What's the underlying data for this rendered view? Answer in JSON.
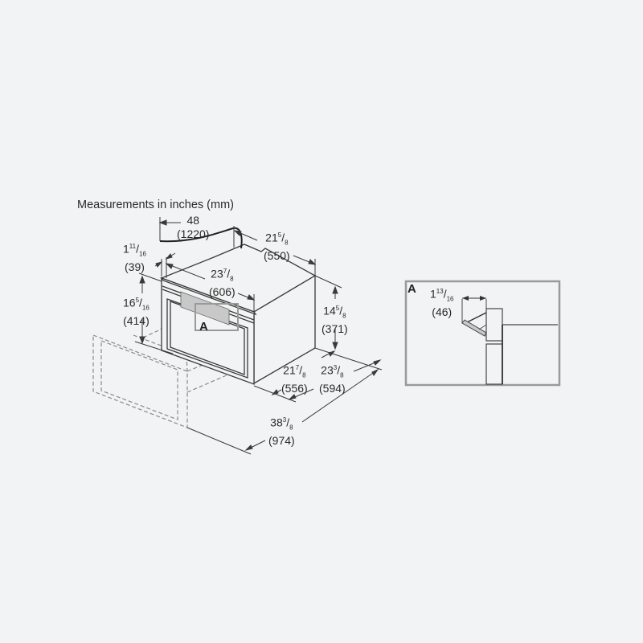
{
  "title": "Measurements in inches (mm)",
  "dimensions": {
    "cord_length": {
      "inch_whole": "48",
      "inch_frac": "",
      "mm": "(1220)"
    },
    "depth_top": {
      "inch_whole": "21",
      "num": "5",
      "den": "8",
      "mm": "(550)"
    },
    "front_offset": {
      "inch_whole": "1",
      "num": "11",
      "den": "16",
      "mm": "(39)"
    },
    "width": {
      "inch_whole": "23",
      "num": "7",
      "den": "8",
      "mm": "(606)"
    },
    "front_height": {
      "inch_whole": "16",
      "num": "5",
      "den": "16",
      "mm": "(414)"
    },
    "body_height": {
      "inch_whole": "14",
      "num": "5",
      "den": "8",
      "mm": "(371)"
    },
    "body_depth": {
      "inch_whole": "21",
      "num": "7",
      "den": "8",
      "mm": "(556)"
    },
    "total_depth": {
      "inch_whole": "23",
      "num": "3",
      "den": "8",
      "mm": "(594)"
    },
    "door_open_depth": {
      "inch_whole": "38",
      "num": "3",
      "den": "8",
      "mm": "(974)"
    },
    "detail_offset": {
      "inch_whole": "1",
      "num": "13",
      "den": "16",
      "mm": "(46)"
    }
  },
  "callouts": {
    "detail_label": "A",
    "detail_box_label": "A"
  },
  "colors": {
    "background": "#f2f3f4",
    "line": "#3a3a3a",
    "dashed": "#8a8a8a",
    "panel": "#c8c8c8",
    "callout_box": "#9a9a9a"
  }
}
